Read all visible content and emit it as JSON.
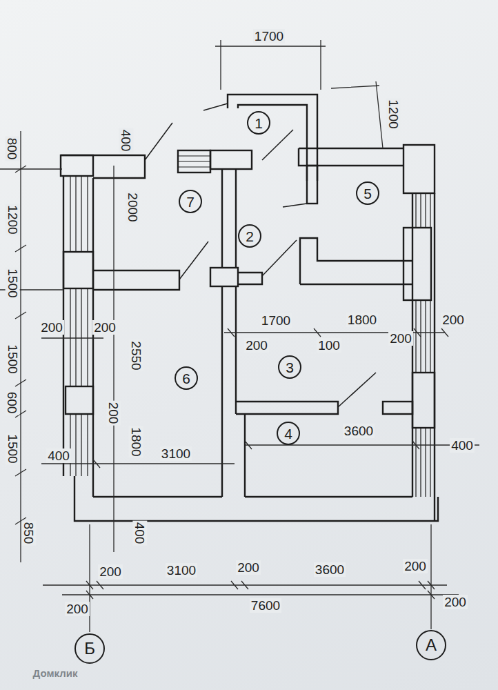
{
  "diagram": {
    "nodes": [
      {
        "text": [
          "1"
        ]
      },
      {
        "text": [
          "5"
        ]
      },
      {
        "text": [
          "7"
        ]
      },
      {
        "text": [
          "2"
        ]
      },
      {
        "text": [
          "3"
        ]
      },
      {
        "text": [
          "6"
        ]
      },
      {
        "text": [
          "4"
        ]
      },
      {
        "text": [
          "Б"
        ]
      },
      {
        "text": [
          "А"
        ]
      }
    ],
    "edges": [],
    "labels": [
      "1700",
      "1200",
      "400",
      "2000",
      "1700",
      "1800",
      "200",
      "200",
      "200",
      "200",
      "100",
      "200",
      "2550",
      "200",
      "1800",
      "3100",
      "3600",
      "400",
      "400",
      "400",
      "200",
      "3100",
      "200",
      "3600",
      "200",
      "200",
      "7600",
      "200",
      "800",
      "1200",
      "1500",
      "1500",
      "600",
      "1500",
      "850",
      "Домклик"
    ]
  }
}
